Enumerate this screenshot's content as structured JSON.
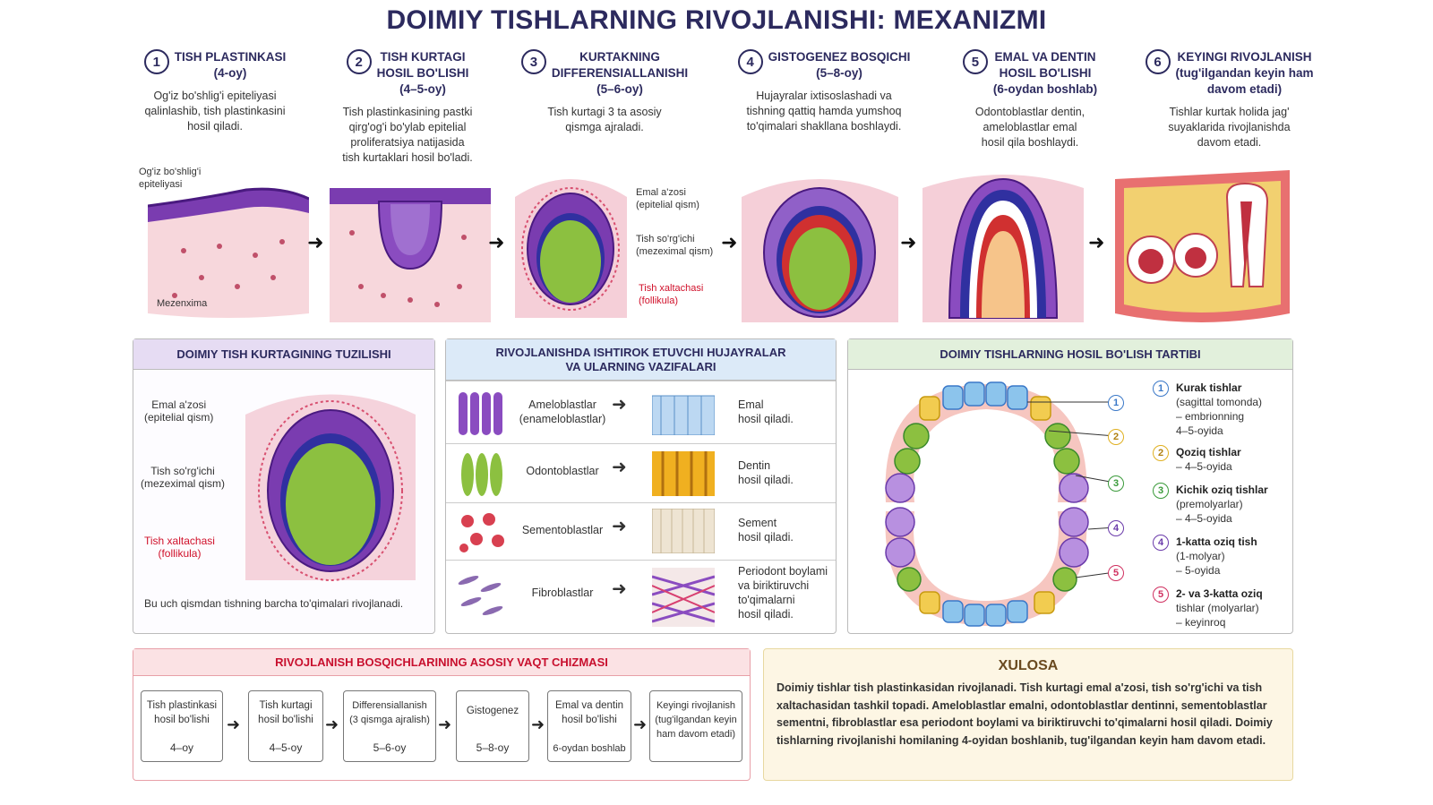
{
  "title": "DOIMIY TISHLARNING RIVOJLANISHI: MEXANIZMI",
  "stages": [
    {
      "num": "1",
      "title": "TISH PLASTINKASI\n(4-oy)",
      "desc": "Og'iz bo'shlig'i epiteliyasi\nqalinlashib, tish plastinkasini\nhosil qiladi."
    },
    {
      "num": "2",
      "title": "TISH KURTAGI\nHOSIL BO'LISHI\n(4–5-oy)",
      "desc": "Tish plastinkasining pastki\nqirg'og'i bo'ylab epitelial\nproliferatsiya natijasida\ntish kurtaklari hosil bo'ladi."
    },
    {
      "num": "3",
      "title": "KURTAKNING\nDIFFERENSIALLANISHI\n(5–6-oy)",
      "desc": "Tish kurtagi 3 ta asosiy\nqismga ajraladi."
    },
    {
      "num": "4",
      "title": "GISTOGENEZ BOSQICHI\n(5–8-oy)",
      "desc": "Hujayralar ixtisoslashadi va\ntishning qattiq hamda yumshoq\nto'qimalari shakllana boshlaydi."
    },
    {
      "num": "5",
      "title": "EMAL VA DENTIN\nHOSIL BO'LISHI\n(6-oydan boshlab)",
      "desc": "Odontoblastlar dentin,\nameloblastlar emal\nhosil qila boshlaydi."
    },
    {
      "num": "6",
      "title": "KEYINGI RIVOJLANISH\n(tug'ilgandan keyin ham\ndavom etadi)",
      "desc": "Tishlar kurtak holida jag'\nsuyaklarida rivojlanishda\ndavom etadi."
    }
  ],
  "illu_labels": {
    "epitel": "Og'iz bo'shlig'i\nepiteliyasi",
    "mezen": "Mezenxima",
    "emal": "Emal a'zosi\n(epitelial qism)",
    "sorg": "Tish so'rg'ichi\n(mezeximal qism)",
    "xalta": "Tish xaltachasi\n(follikula)"
  },
  "panel1": {
    "title": "DOIMIY TISH KURTAGINING TUZILISHI",
    "label_emal": "Emal a'zosi\n(epitelial qism)",
    "label_sorg": "Tish so'rg'ichi\n(mezeximal qism)",
    "label_xalta": "Tish xaltachasi\n(follikula)",
    "footer": "Bu uch qismdan tishning barcha to'qimalari rivojlanadi."
  },
  "panel2": {
    "title": "RIVOJLANISHDA ISHTIROK ETUVCHI HUJAYRALAR\nVA ULARNING VAZIFALARI",
    "rows": [
      {
        "name": "Ameloblastlar\n(enameloblastlar)",
        "func": "Emal\nhosil qiladi."
      },
      {
        "name": "Odontoblastlar",
        "func": "Dentin\nhosil qiladi."
      },
      {
        "name": "Sementoblastlar",
        "func": "Sement\nhosil qiladi."
      },
      {
        "name": "Fibroblastlar",
        "func": "Periodont boylami\nva biriktiruvchi\nto'qimalarni\nhosil qiladi."
      }
    ]
  },
  "panel3": {
    "title": "DOIMIY TISHLARNING HOSIL BO'LISH TARTIBI",
    "legend": [
      {
        "num": "1",
        "color": "#3a78c8",
        "title": "Kurak tishlar",
        "text": "(sagittal tomonda)\n– embrionning\n4–5-oyida"
      },
      {
        "num": "2",
        "color": "#e0b020",
        "title": "Qoziq tishlar",
        "text": "– 4–5-oyida"
      },
      {
        "num": "3",
        "color": "#3a9a3a",
        "title": "Kichik oziq tishlar",
        "text": "(premolyarlar)\n– 4–5-oyida"
      },
      {
        "num": "4",
        "color": "#6a3aaa",
        "title": "1-katta oziq tish",
        "text": "(1-molyar)\n– 5-oyida"
      },
      {
        "num": "5",
        "color": "#d03060",
        "title": "2- va 3-katta oziq",
        "text": "tishlar (molyarlar)\n– keyinroq"
      }
    ],
    "callouts": [
      "1",
      "2",
      "3",
      "4",
      "5"
    ]
  },
  "timeline": {
    "title": "RIVOJLANISH BOSQICHLARINING ASOSIY VAQT CHIZMASI",
    "boxes": [
      {
        "text": "Tish plastinkasi\nhosil bo'lishi",
        "time": "4–oy"
      },
      {
        "text": "Tish kurtagi\nhosil bo'lishi",
        "time": "4–5-oy"
      },
      {
        "text": "Differensiallanish\n(3 qismga ajralish)",
        "time": "5–6-oy"
      },
      {
        "text": "Gistogenez",
        "time": "5–8-oy"
      },
      {
        "text": "Emal va dentin\nhosil bo'lishi",
        "time": "6-oydan boshlab"
      },
      {
        "text": "Keyingi rivojlanish\n(tug'ilgandan keyin\nham davom etadi)",
        "time": ""
      }
    ]
  },
  "xulosa": {
    "title": "XULOSA",
    "text": "Doimiy tishlar tish plastinkasidan rivojlanadi. Tish kurtagi emal a'zosi, tish so'rg'ichi va tish xaltachasidan tashkil topadi. Ameloblastlar emalni, odontoblastlar dentinni, sementoblastlar sementni, fibroblastlar esa periodont boylami va biriktiruvchi to'qimalarni hosil qiladi. Doimiy tishlarning rivojlanishi homilaning 4-oyidan boshlanib, tug'ilgandan keyin ham davom etadi."
  }
}
